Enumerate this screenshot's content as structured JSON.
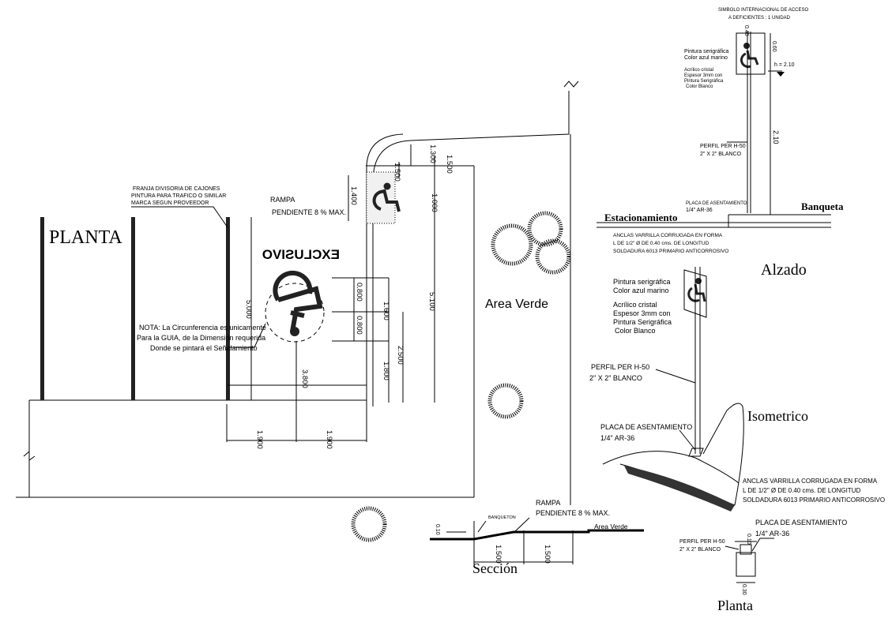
{
  "planta": {
    "title": "PLANTA",
    "franja_note": [
      "FRANJA DIVISORIA DE CAJONES",
      "PINTURA PARA TRAFICO O SIMILAR",
      "MARCA SEGUN PROVEEDOR"
    ],
    "rampa_label": "RAMPA",
    "rampa_pendiente": "PENDIENTE 8 % MAX.",
    "exclusivo": "EXCLUSIVO",
    "nota": [
      "NOTA: La Circunferencia es unicamente",
      "Para la GUIA, de la Dimensión requerida",
      "Donde se pintará el Señalamiento"
    ],
    "area_verde": "Area Verde",
    "dims": {
      "d5000": "5.000",
      "d1400": "1.400",
      "d1500a": "1.500",
      "d1300": "1.300",
      "d1500b": "1.500",
      "d1000": "1.000",
      "d5100": "5.100",
      "d0800a": "0.800",
      "d0800b": "0.800",
      "d1600": "1.600",
      "d2500": "2.500",
      "d1800": "1.800",
      "d3800": "3.800",
      "d1900a": "1.900",
      "d1900b": "1.900"
    }
  },
  "alzado": {
    "title": "Alzado",
    "header": [
      "SIMBOLO INTERNACIONAL DE ACCESO",
      "A DEFICIENTES : 1 UNIDAD"
    ],
    "dim_width": "0.40",
    "dim_sign": "0.60",
    "dim_height": "2.10",
    "level": "h = 2.10",
    "pintura": [
      "Pintura serigráfica",
      "Color azul marino"
    ],
    "acrilico": [
      "Acrílico cristal",
      "Espesor 3mm con",
      "Pintura Serigráfica",
      "Color Blanco"
    ],
    "perfil": [
      "PERFIL PER H-50",
      "2\" X 2\" BLANCO"
    ],
    "placa": [
      "PLACA DE ASENTAMIENTO",
      "1/4\"   AR-36"
    ],
    "estacionamiento": "Estacionamiento",
    "banqueta": "Banqueta",
    "anclas": [
      "ANCLAS VARRILLA CORRUGADA EN FORMA",
      "L DE 1/2\" Ø DE 0.40 cms. DE LONGITUD",
      "SOLDADURA 6013 PRIMARIO ANTICORROSIVO"
    ]
  },
  "isometrico": {
    "title": "Isometrico",
    "pintura": [
      "Pintura serigráfica",
      "Color azul marino"
    ],
    "acrilico": [
      "Acrílico cristal",
      "Espesor 3mm con",
      "Pintura Serigráfica",
      "Color Blanco"
    ],
    "perfil": [
      "PERFIL PER H-50",
      "2\" X 2\" BLANCO"
    ],
    "placa": [
      "PLACA DE ASENTAMIENTO",
      "1/4\"   AR-36"
    ],
    "anclas": [
      "ANCLAS VARRILLA CORRUGADA EN FORMA",
      "L DE 1/2\" Ø DE 0.40 cms. DE LONGITUD",
      "SOLDADURA 6013 PRIMARIO ANTICORROSIVO"
    ]
  },
  "seccion": {
    "title": "Sección",
    "rampa_label": "RAMPA",
    "rampa_pendiente": "PENDIENTE 8 % MAX.",
    "banqueton": "BANQUETON",
    "area_verde": "Area Verde",
    "d_height": "0.10",
    "d1": "1.500",
    "d2": "1.500"
  },
  "planta_detalle": {
    "title": "Planta",
    "perfil": [
      "PERFIL PER H-50",
      "2\" X 2\" BLANCO"
    ],
    "placa": [
      "PLACA DE ASENTAMIENTO",
      "1/4\"   AR-36"
    ],
    "d_top": "0.10",
    "d_base": "0.30"
  }
}
